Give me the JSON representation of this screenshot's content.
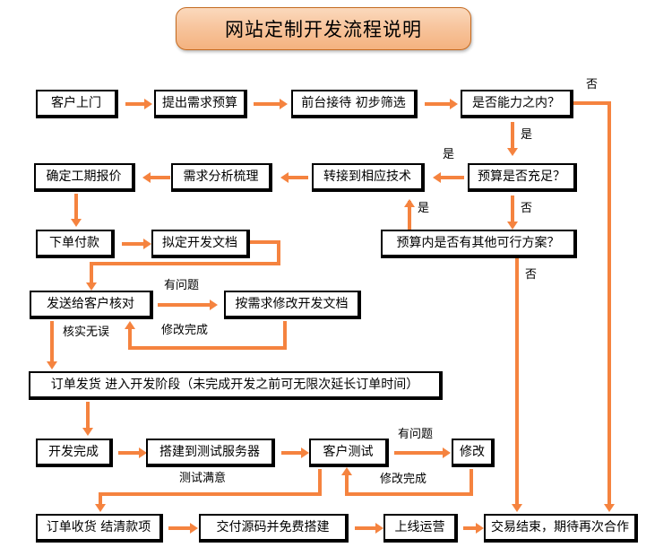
{
  "title": {
    "text": "网站定制开发流程说明"
  },
  "theme": {
    "arrow_color": "#F5833F",
    "box_border": "#000000",
    "title_fill": "#F7C49C",
    "title_border": "#C46A20"
  },
  "nodes": [
    {
      "id": "n1",
      "label": "客户上门"
    },
    {
      "id": "n2",
      "label": "提出需求预算"
    },
    {
      "id": "n3",
      "label": "前台接待 初步筛选"
    },
    {
      "id": "n4",
      "label": "是否能力之内？"
    },
    {
      "id": "n5",
      "label": "确定工期报价"
    },
    {
      "id": "n6",
      "label": "需求分析梳理"
    },
    {
      "id": "n7",
      "label": "转接到相应技术"
    },
    {
      "id": "n8",
      "label": "预算是否充足？"
    },
    {
      "id": "n9",
      "label": "下单付款"
    },
    {
      "id": "n10",
      "label": "拟定开发文档"
    },
    {
      "id": "n11",
      "label": "预算内是否有其他可行方案？"
    },
    {
      "id": "n12",
      "label": "发送给客户核对"
    },
    {
      "id": "n13",
      "label": "按需求修改开发文档"
    },
    {
      "id": "n14",
      "label": "订单发货 进入开发阶段（未完成开发之前可无限次延长订单时间）"
    },
    {
      "id": "n15",
      "label": "开发完成"
    },
    {
      "id": "n16",
      "label": "搭建到测试服务器"
    },
    {
      "id": "n17",
      "label": "客户测试"
    },
    {
      "id": "n18",
      "label": "修改"
    },
    {
      "id": "n19",
      "label": "订单收货 结清款项"
    },
    {
      "id": "n20",
      "label": "交付源码并免费搭建"
    },
    {
      "id": "n21",
      "label": "上线运营"
    },
    {
      "id": "n22",
      "label": "交易结束，期待再次合作"
    }
  ],
  "edge_labels": {
    "e1": "否",
    "e2": "是",
    "e3": "是",
    "e4": "否",
    "e5": "是",
    "e6": "否",
    "e7": "有问题",
    "e8": "修改完成",
    "e9": "核实无误",
    "e10": "有问题",
    "e11": "修改完成",
    "e12": "测试满意"
  }
}
